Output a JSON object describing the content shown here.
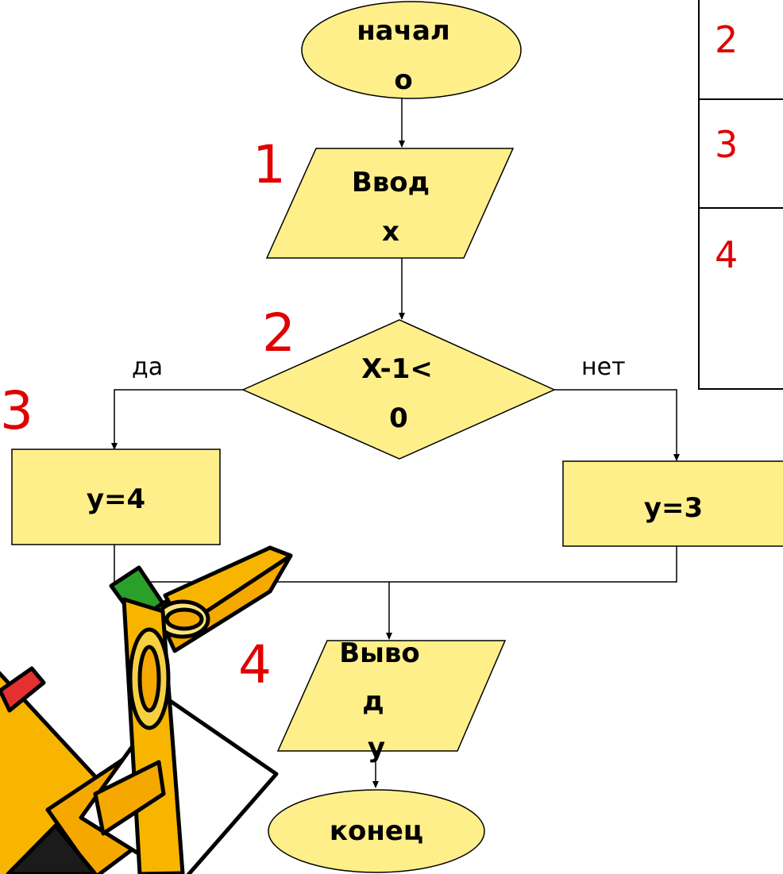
{
  "colors": {
    "shape_fill": "#ffef8a",
    "stroke": "#000000",
    "step_number": "#e00000"
  },
  "flowchart": {
    "start": {
      "line1": "начал",
      "line2": "о"
    },
    "input": {
      "line1": "Ввод",
      "line2": "x"
    },
    "decision": {
      "line1": "X-1<",
      "line2": "0"
    },
    "yes_label": "да",
    "no_label": "нет",
    "yes_action": "y=4",
    "no_action": "y=3",
    "output": {
      "line1": "Выво",
      "line2": "д",
      "line3": "y"
    },
    "end": "конец",
    "step_numbers": [
      "1",
      "2",
      "3",
      "4"
    ]
  },
  "side_table": {
    "row_numbers": [
      "2",
      "3",
      "4"
    ]
  },
  "decor": {
    "icon": "pencils-clipart-icon"
  }
}
